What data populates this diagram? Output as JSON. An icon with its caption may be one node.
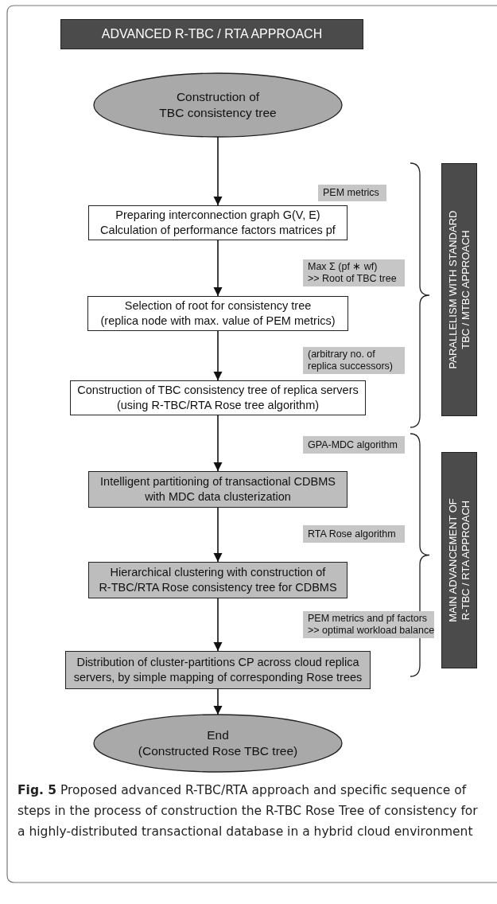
{
  "diagram": {
    "title": "ADVANCED R-TBC / RTA APPROACH",
    "caption": "**Fig. 5** Proposed advanced R-TBC/RTA approach and specific sequence of steps in the process of construction the R-TBC Rose Tree of consistency for a highly-distributed transactional database in a hybrid cloud environment",
    "nodes": [
      {
        "text": [
          "Construction of",
          "TBC consistency tree"
        ]
      },
      {
        "text": [
          "PEM metrics"
        ]
      },
      {
        "text": [
          "Preparing interconnection graph G(V, E)",
          "Calculation of performance factors matrices pf"
        ]
      },
      {
        "text": [
          "Max Σ (pf ∗ wf)",
          ">> Root of TBC tree"
        ]
      },
      {
        "text": [
          "Selection of root for consistency tree",
          "(replica node with max. value of PEM metrics)"
        ]
      },
      {
        "text": [
          "(arbitrary no. of",
          "replica successors)"
        ]
      },
      {
        "text": [
          "Construction of TBC consistency tree of replica servers",
          "(using R-TBC/RTA Rose tree algorithm)"
        ]
      },
      {
        "text": [
          "GPA-MDC algorithm"
        ]
      },
      {
        "text": [
          "Intelligent partitioning of transactional CDBMS",
          "with MDC data clusterization"
        ]
      },
      {
        "text": [
          "RTA Rose algorithm"
        ]
      },
      {
        "text": [
          "Hierarchical clustering with construction of",
          "R-TBC/RTA Rose consistency tree for CDBMS"
        ]
      },
      {
        "text": [
          "PEM metrics and pf factors",
          ">> optimal workload balance"
        ]
      },
      {
        "text": [
          "Distribution of cluster-partitions CP across cloud replica",
          "servers, by simple mapping of corresponding Rose trees"
        ]
      },
      {
        "text": [
          "End",
          "(Constructed Rose TBC tree)"
        ]
      },
      {
        "text": [
          "PARALLELISM WITH STANDARD",
          "TBC / MTBC APPROACH"
        ]
      },
      {
        "text": [
          "MAIN ADVANCEMENT OF",
          "R-TBC / RTA APPROACH"
        ]
      }
    ],
    "edges": [
      {
        "from": 0,
        "to": 2,
        "arrow": "to"
      },
      {
        "from": 2,
        "to": 4,
        "arrow": "to"
      },
      {
        "from": 4,
        "to": 6,
        "arrow": "to"
      },
      {
        "from": 6,
        "to": 8,
        "arrow": "to"
      },
      {
        "from": 8,
        "to": 10,
        "arrow": "to"
      },
      {
        "from": 10,
        "to": 12,
        "arrow": "to"
      },
      {
        "from": 12,
        "to": 13,
        "arrow": "to"
      }
    ]
  }
}
